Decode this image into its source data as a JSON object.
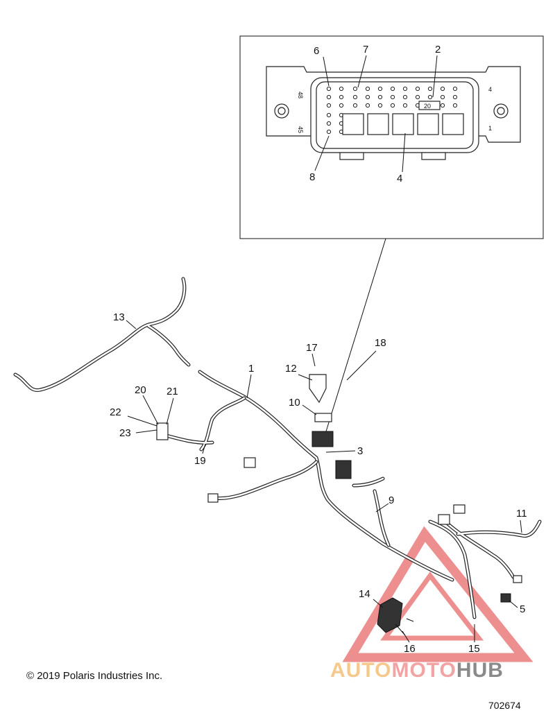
{
  "callouts": {
    "c1": "1",
    "c2": "2",
    "c3": "3",
    "c4": "4",
    "c5": "5",
    "c6": "6",
    "c7": "7",
    "c8": "8",
    "c9": "9",
    "c10": "10",
    "c11": "11",
    "c12": "12",
    "c13": "13",
    "c14": "14",
    "c15": "15",
    "c16": "16",
    "c17": "17",
    "c18": "18",
    "c19": "19",
    "c20": "20",
    "c21": "21",
    "c22": "22",
    "c23": "23"
  },
  "inset": {
    "pin_48": "48",
    "pin_45": "45",
    "pin_4": "4",
    "pin_1": "1",
    "cavity_label": "20"
  },
  "footer": {
    "copyright": "© 2019 Polaris Industries Inc.",
    "drawing_number": "702674"
  },
  "watermark": {
    "part1": "AUTO",
    "part2": "MOTO",
    "part3": "HUB",
    "colors": {
      "auto": "#f5c98c",
      "moto": "#f2a3a3",
      "hub": "#8a8a8a",
      "triangle": "#e86a6a"
    }
  }
}
